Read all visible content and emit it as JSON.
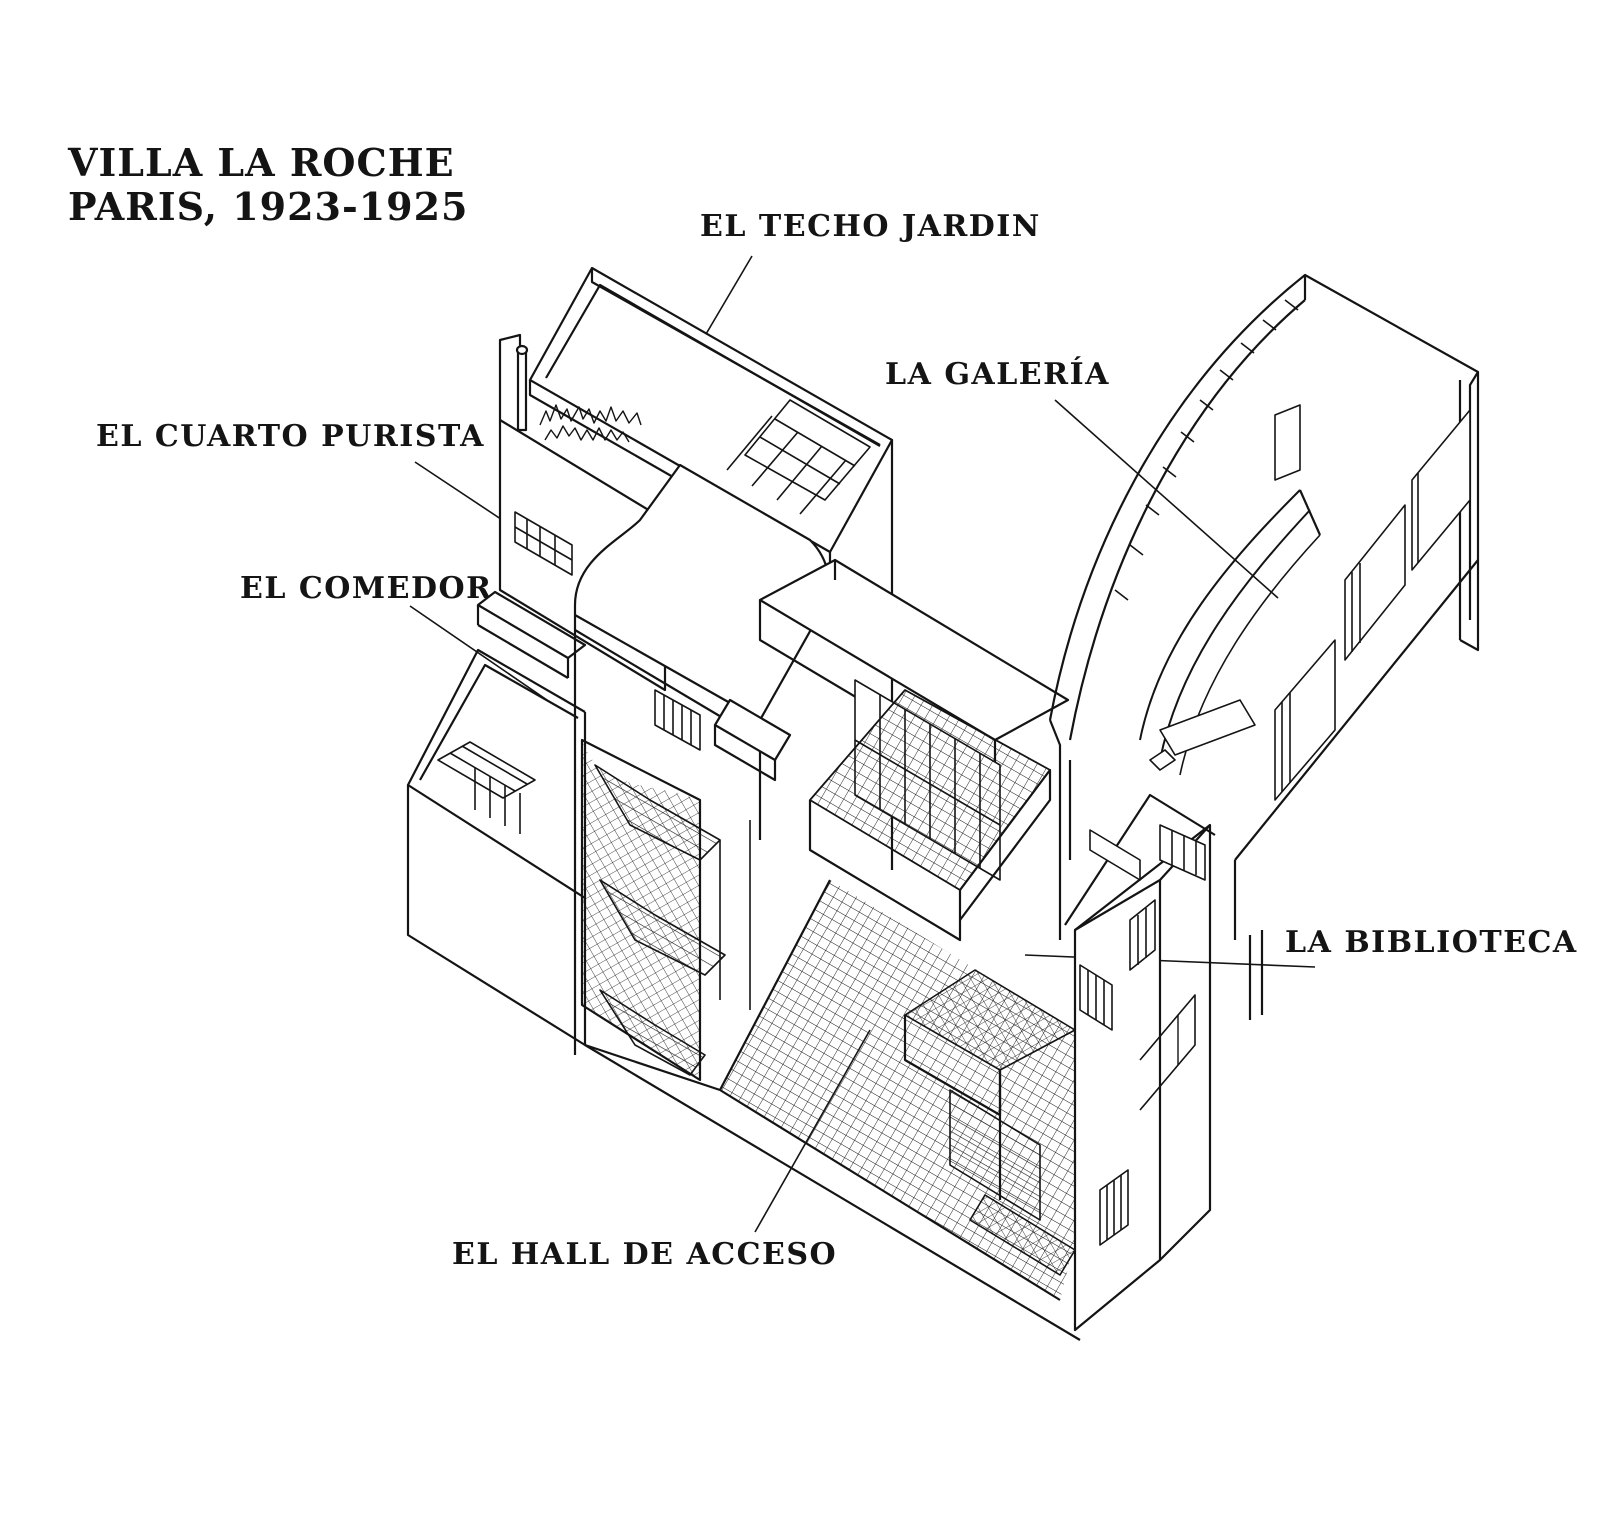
{
  "title": {
    "line1": "VILLA LA ROCHE",
    "line2": "PARIS, 1923-1925"
  },
  "labels": {
    "techo_jardin": "EL TECHO JARDIN",
    "galeria": "LA GALERÍA",
    "cuarto_purista": "EL CUARTO PURISTA",
    "comedor": "EL COMEDOR",
    "biblioteca": "LA BIBLIOTECA",
    "hall_acceso": "EL HALL DE ACCESO"
  },
  "colors": {
    "ink": "#141414",
    "paper": "#ffffff"
  }
}
